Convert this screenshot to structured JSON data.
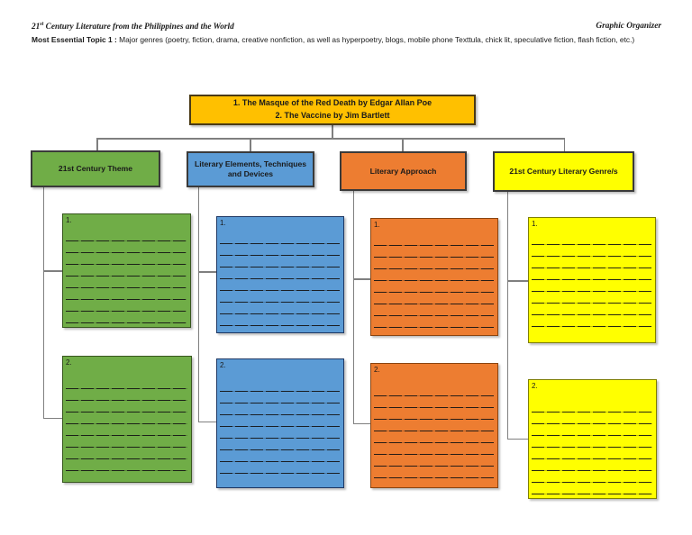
{
  "header": {
    "course_title": {
      "prefix": "21",
      "sup": "st",
      "rest": " Century Literature from the Philippines and the World"
    },
    "doc_type": "Graphic Organizer",
    "topic_label": "Most Essential Topic 1 :",
    "topic_text": " Major genres (poetry, fiction, drama, creative nonfiction, as well as hyperpoetry, blogs, mobile phone Texttula, chick lit, speculative fiction, flash fiction, etc.)"
  },
  "diagram": {
    "connector_color": "#7f7f7f",
    "root_box": {
      "fill": "#FFC000",
      "items": [
        "1. The Masque of the Red Death by Edgar Allan Poe",
        "2. The Vaccine by Jim Bartlett"
      ]
    },
    "branches": [
      {
        "label": "21st Century Theme",
        "fill": "#70AD47",
        "note_labels": [
          "1.",
          "2."
        ],
        "note_lines": 8
      },
      {
        "label": "Literary Elements, Techniques and Devices",
        "fill": "#5B9BD5",
        "note_labels": [
          "1.",
          "2."
        ],
        "note_lines": 8
      },
      {
        "label": "Literary Approach",
        "fill": "#ED7D31",
        "note_labels": [
          "1.",
          "2."
        ],
        "note_lines": 8
      },
      {
        "label": "21st Century Literary Genre/s",
        "fill": "#FFFF00",
        "note_labels": [
          "1.",
          "2."
        ],
        "note_lines": 8
      }
    ]
  }
}
